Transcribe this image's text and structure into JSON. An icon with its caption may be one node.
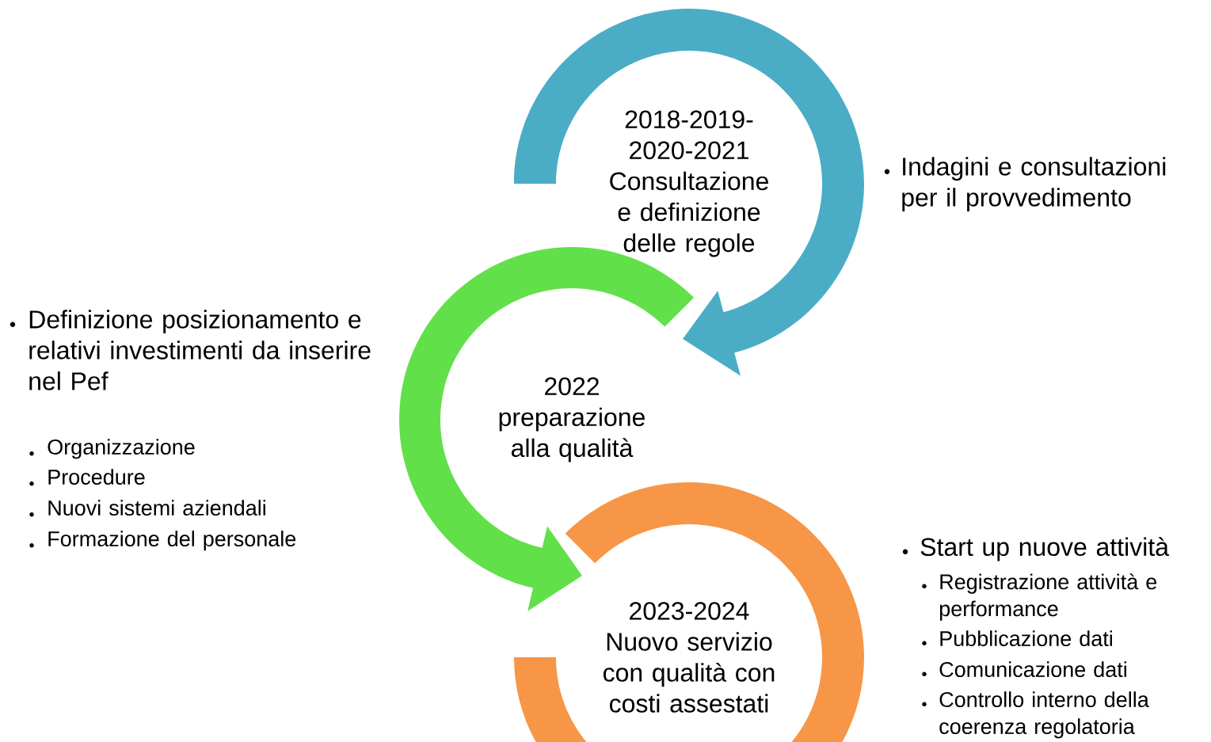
{
  "diagram": {
    "nodes": [
      {
        "text": [
          "2018-2019-2020-2021 Consultazione e definizione delle regole"
        ]
      },
      {
        "text": [
          "2022 preparazione alla qualità"
        ]
      },
      {
        "text": [
          "2023-2024 Nuovo servizio con qualità con costi assestati"
        ]
      }
    ],
    "edges": [
      {
        "from": 0,
        "to": 1,
        "arrow": "to"
      },
      {
        "from": 1,
        "to": 2,
        "arrow": "to"
      }
    ],
    "labels": [
      "Indagini e consultazioni per il provvedimento",
      "Definizione posizionamento e relativi investimenti da inserire nel Pef",
      "Organizzazione",
      "Procedure",
      "Nuovi sistemi aziendali",
      "Formazione del personale",
      "Start up nuove attività",
      "Registrazione attività e performance",
      "Pubblicazione dati",
      "Comunicazione dati",
      "Controllo interno della coerenza regolatoria"
    ]
  }
}
